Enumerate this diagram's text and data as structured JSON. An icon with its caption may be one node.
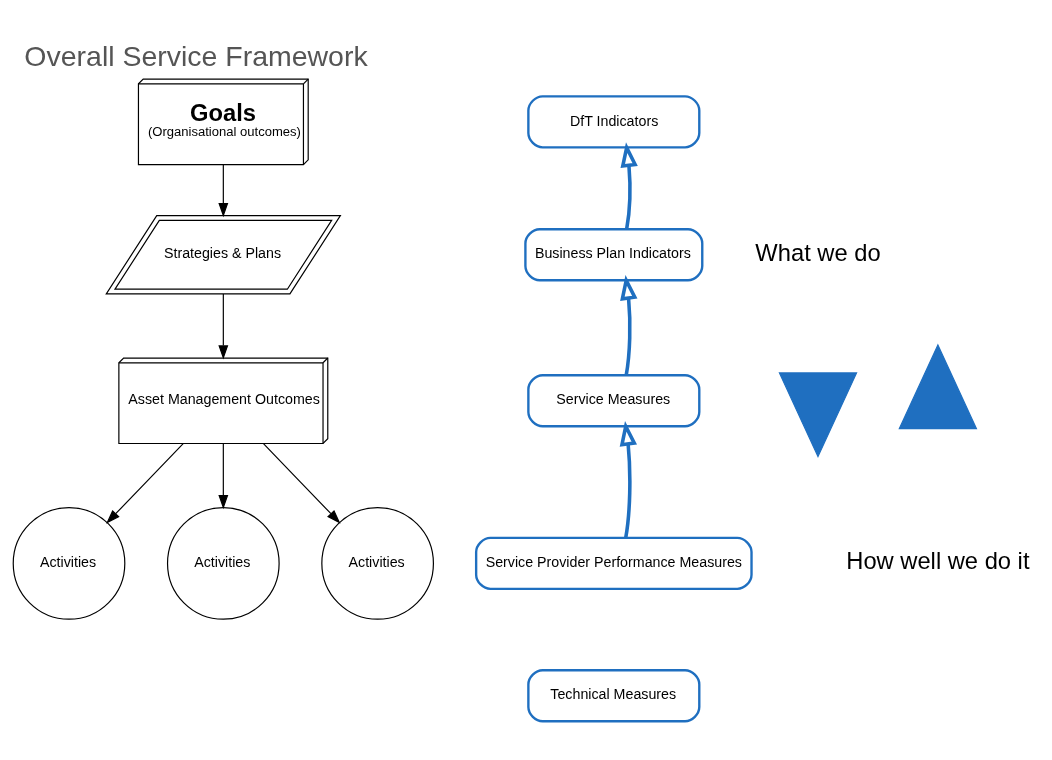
{
  "diagram": {
    "title": "Overall Service Framework",
    "nodes": [
      {
        "text": [
          "Goals",
          "(Organisational outcomes)"
        ]
      },
      {
        "text": [
          "Strategies & Plans"
        ]
      },
      {
        "text": [
          "Asset Management Outcomes"
        ]
      },
      {
        "text": [
          "Activities"
        ]
      },
      {
        "text": [
          "Activities"
        ]
      },
      {
        "text": [
          "Activities"
        ]
      },
      {
        "text": [
          "DfT Indicators"
        ]
      },
      {
        "text": [
          "Business Plan Indicators"
        ]
      },
      {
        "text": [
          "Service Measures"
        ]
      },
      {
        "text": [
          "Service Provider Performance Measures"
        ]
      },
      {
        "text": [
          "Technical Measures"
        ]
      },
      {
        "text": [],
        "shape": "arrow"
      },
      {
        "text": [],
        "shape": "arrow"
      }
    ],
    "edges": [
      {
        "from": 0,
        "to": 1,
        "arrow": "to"
      },
      {
        "from": 1,
        "to": 2,
        "arrow": "to"
      },
      {
        "from": 2,
        "to": 3,
        "arrow": "to"
      },
      {
        "from": 2,
        "to": 4,
        "arrow": "to"
      },
      {
        "from": 2,
        "to": 5,
        "arrow": "to"
      },
      {
        "from": 9,
        "to": 8,
        "arrow": "to",
        "style": "thick",
        "color": "#1f6fc0"
      },
      {
        "from": 8,
        "to": 7,
        "arrow": "to",
        "style": "thick",
        "color": "#1f6fc0"
      },
      {
        "from": 7,
        "to": 6,
        "arrow": "to",
        "style": "thick",
        "color": "#1f6fc0"
      }
    ],
    "labels": [
      "What we do",
      "How well we do it"
    ]
  }
}
